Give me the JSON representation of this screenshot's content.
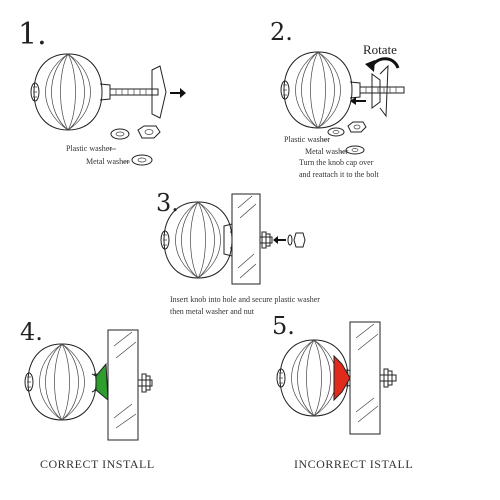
{
  "steps": {
    "s1": "1.",
    "s2": "2.",
    "s3": "3.",
    "s4": "4.",
    "s5": "5."
  },
  "labels": {
    "plastic_washer_1": "Plastic washer",
    "metal_washer_1": "Metal washer",
    "rotate": "Rotate",
    "plastic_washer_2": "Plastic washer",
    "metal_washer_2": "Metal washer",
    "turn_line1": "Turn the knob cap over",
    "turn_line2": "and reattach it to the bolt",
    "insert_line1": "Insert knob into hole and secure plastic washer",
    "insert_line2": "then metal washer and nut",
    "correct": "CORRECT INSTALL",
    "incorrect": "INCORRECT ISTALL"
  },
  "colors": {
    "correct_cap": "#2e9e2e",
    "incorrect_cap": "#e02a1b",
    "ink": "#222222"
  }
}
